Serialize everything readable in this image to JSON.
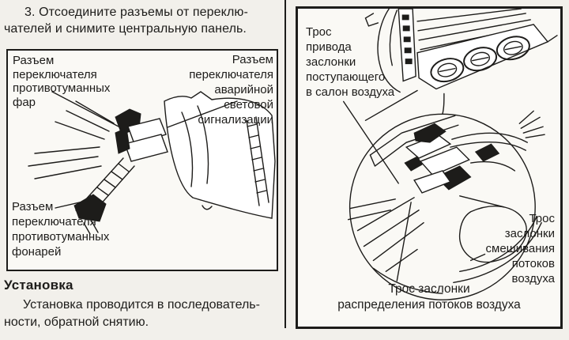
{
  "colors": {
    "ink": "#1d1c1a",
    "paper": "#f2f0eb",
    "panel": "#faf9f5"
  },
  "left_column": {
    "step_text": "3. Отсоедините разъемы от переклю-\nчателей и снимите центральную панель.",
    "figure": {
      "label_fog_lamp_connector": "Разъем\nпереключателя\nпротивотуманных\nфар",
      "label_hazard_connector": "Разъем\nпереключателя\nаварийной\nсветовой\nсигнализации",
      "label_rear_fog_connector": "Разъем\nпереключателя\nпротивотуманных\nфонарей"
    },
    "install": {
      "heading": "Установка",
      "body": "Установка проводится в последователь-\nности, обратной снятию."
    }
  },
  "right_column": {
    "figure": {
      "label_intake_cable": "Трос\nпривода\nзаслонки\nпоступающего\nв салон воздуха",
      "label_mix_cable": "Трос\nзаслонки\nсмешивания\nпотоков\nвоздуха",
      "label_distribution_cable": "Трос заслонки\nраспределения потоков воздуха"
    }
  }
}
